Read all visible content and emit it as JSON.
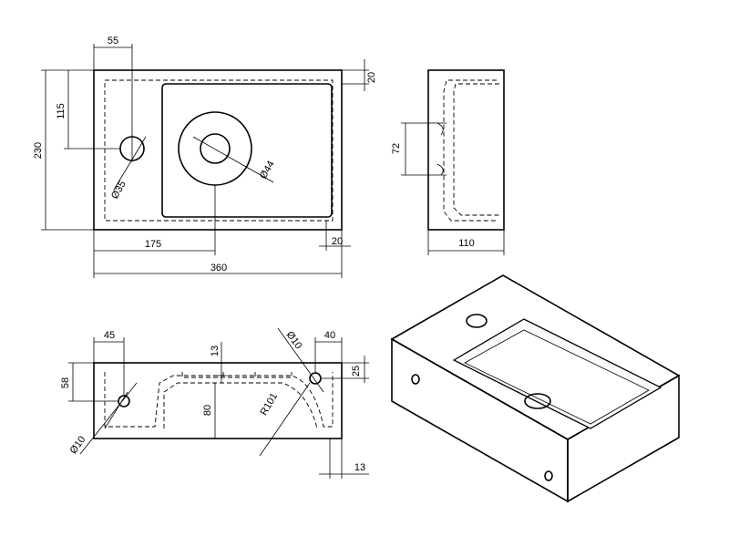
{
  "dimensions": {
    "top_view": {
      "d55": "55",
      "d115": "115",
      "d230": "230",
      "d20_top": "20",
      "d35": "Ø35",
      "d44": "Ø44",
      "d175": "175",
      "d20_bottom": "20",
      "d360": "360"
    },
    "side_view": {
      "d72": "72",
      "d110": "110"
    },
    "section_view": {
      "d45": "45",
      "d58": "58",
      "d13_top": "13",
      "d10_right": "Ø10",
      "d40": "40",
      "d25": "25",
      "d80": "80",
      "r101": "R101",
      "d10_left": "Ø10",
      "d13_bottom": "13"
    }
  },
  "colors": {
    "line": "#000000",
    "background": "#ffffff"
  }
}
